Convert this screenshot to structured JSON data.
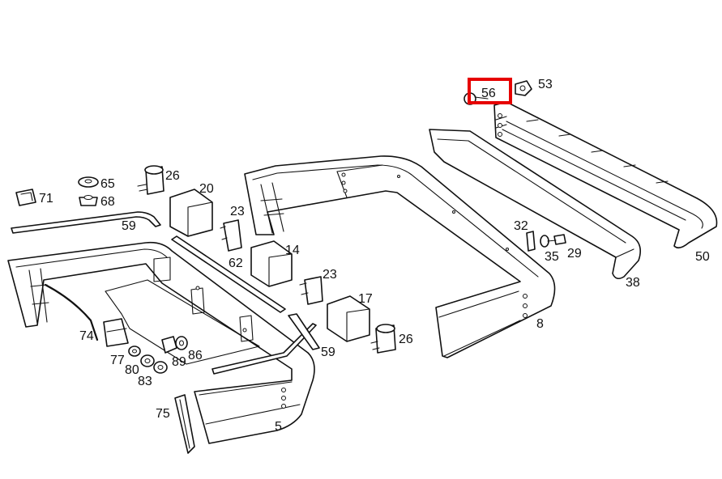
{
  "highlight": {
    "label": "56",
    "color": "#e60000"
  },
  "ink_color": "#111111",
  "callouts": {
    "c71": "71",
    "c65": "65",
    "c68": "68",
    "c26a": "26",
    "c20": "20",
    "c23a": "23",
    "c59a": "59",
    "c62": "62",
    "c14": "14",
    "c23b": "23",
    "c74": "74",
    "c77": "77",
    "c80": "80",
    "c83": "83",
    "c89": "89",
    "c86": "86",
    "c17": "17",
    "c26b": "26",
    "c59b": "59",
    "c75": "75",
    "c5": "5",
    "c8": "8",
    "c32": "32",
    "c35": "35",
    "c29": "29",
    "c38": "38",
    "c50": "50",
    "c53": "53",
    "c56": "56"
  }
}
